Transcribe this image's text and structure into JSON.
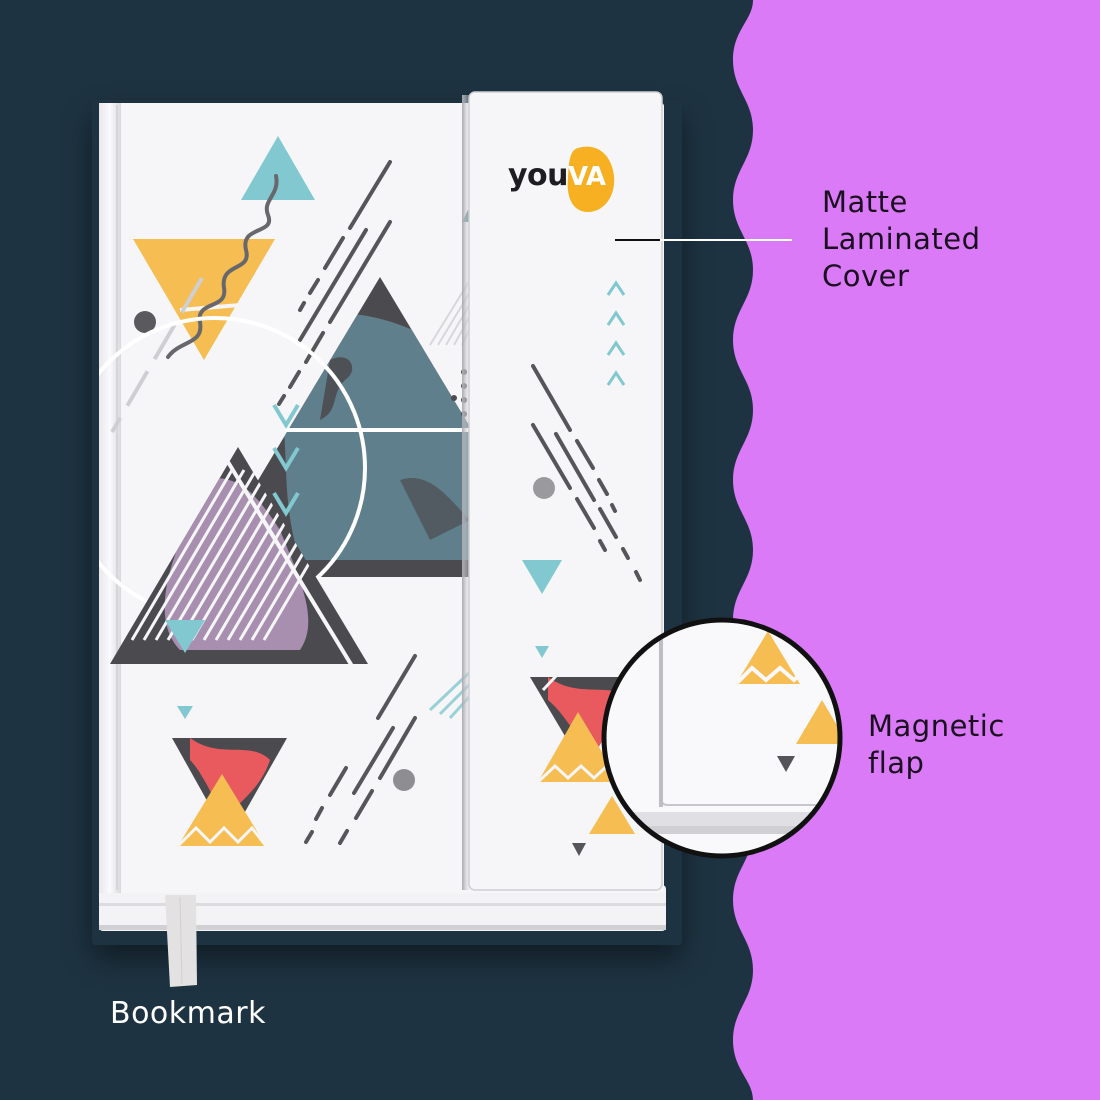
{
  "colors": {
    "navy_background": "#1e3342",
    "purple_panel": "#da7af7",
    "label_dark": "#1a1020",
    "label_light": "#ffffff",
    "cover_white": "#f6f6f8",
    "teal": "#82c8d0",
    "yellow": "#f5bd52",
    "charcoal": "#4b4b4f",
    "slate_blue": "#5f7f8c",
    "lavender": "#a88fb0",
    "coral": "#e85a5e",
    "grey_dot": "#8e8e92"
  },
  "brand": {
    "logo_text_dark": "you",
    "logo_text_light": "VA"
  },
  "callouts": {
    "matte_cover": {
      "lines": [
        "Matte",
        "Laminated",
        "Cover"
      ]
    },
    "magnetic_flap": {
      "lines": [
        "Magnetic",
        "flap"
      ]
    },
    "bookmark": {
      "text": "Bookmark"
    }
  },
  "icons": {
    "chevron_up": "^",
    "chevron_down": "v"
  }
}
